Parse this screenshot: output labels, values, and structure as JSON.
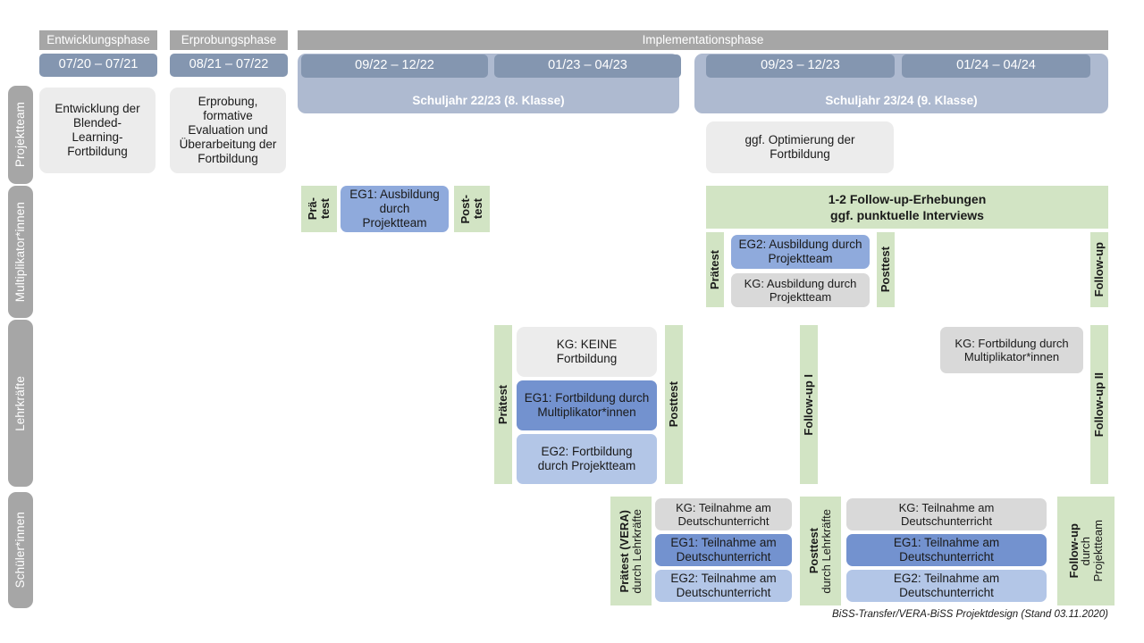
{
  "footer": {
    "text": "BiSS-Transfer/VERA-BiSS Projektdesign (Stand 03.11.2020)"
  },
  "row_labels": [
    {
      "label": "Projektteam"
    },
    {
      "label": "Multiplikator*innen"
    },
    {
      "label": "Lehrkräfte"
    },
    {
      "label": "Schüler*innen"
    }
  ],
  "phases": [
    {
      "label": "Entwicklungsphase"
    },
    {
      "label": "Erprobungsphase"
    },
    {
      "label": "Implementationsphase"
    }
  ],
  "date_chips": [
    {
      "label": "07/20 – 07/21"
    },
    {
      "label": "08/21 – 07/22"
    },
    {
      "label": "09/22 – 12/22"
    },
    {
      "label": "01/23 – 04/23"
    },
    {
      "label": "09/23 – 12/23"
    },
    {
      "label": "01/24 – 04/24"
    }
  ],
  "school_years": [
    {
      "label": "Schuljahr 22/23 (8. Klasse)"
    },
    {
      "label": "Schuljahr 23/24 (9. Klasse)"
    }
  ],
  "projektteam": {
    "entwicklung": "Entwicklung der Blended-Learning-Fortbildung",
    "erprobung": "Erprobung, formative Evaluation und Überarbeitung der Fortbildung",
    "optimierung": "ggf. Optimierung der Fortbildung"
  },
  "multiplikatoren": {
    "praetest_1": "Prä-",
    "praetest_2": "test",
    "posttest_1": "Post-",
    "posttest_2": "test",
    "eg1": "EG1: Ausbildung durch Projektteam",
    "followup_banner_l1": "1-2 Follow-up-Erhebungen",
    "followup_banner_l2": "ggf. punktuelle Interviews",
    "praetest": "Prätest",
    "posttest": "Posttest",
    "eg2": "EG2: Ausbildung durch Projektteam",
    "kg": "KG: Ausbildung durch Projektteam",
    "followup": "Follow-up"
  },
  "lehrkraefte": {
    "praetest": "Prätest",
    "posttest": "Posttest",
    "kg_keine": "KG:  KEINE Fortbildung",
    "eg1": "EG1: Fortbildung durch Multiplikator*innen",
    "eg2": "EG2: Fortbildung durch Projektteam",
    "followup_1": "Follow-up I",
    "kg_fortbildung": "KG: Fortbildung durch Multiplikator*innen",
    "followup_2": "Follow-up II"
  },
  "schueler": {
    "praetest_main": "Prätest (VERA)",
    "praetest_sub": "durch Lehrkräfte",
    "posttest_main": "Posttest",
    "posttest_sub": "durch Lehrkräfte",
    "followup_main": "Follow-up",
    "followup_sub1": "durch",
    "followup_sub2": "Projektteam",
    "kg_left": "KG: Teilnahme am Deutschunterricht",
    "eg1_left": "EG1: Teilnahme am Deutschunterricht",
    "eg2_left": "EG2: Teilnahme am Deutschunterricht",
    "kg_right": "KG: Teilnahme am Deutschunterricht",
    "eg1_right": "EG1: Teilnahme am Deutschunterricht",
    "eg2_right": "EG2: Teilnahme am Deutschunterricht"
  },
  "colors": {
    "gray_header": "#a6a6a6",
    "date_chip": "#8496b0",
    "year_band": "#aebad0",
    "green": "#d2e4c4",
    "blue_mid": "#8faadc",
    "blue_dark": "#7392cf",
    "blue_light": "#b3c6e7",
    "gray_box": "#ececec",
    "gray_box_dark": "#d9d9d9"
  }
}
